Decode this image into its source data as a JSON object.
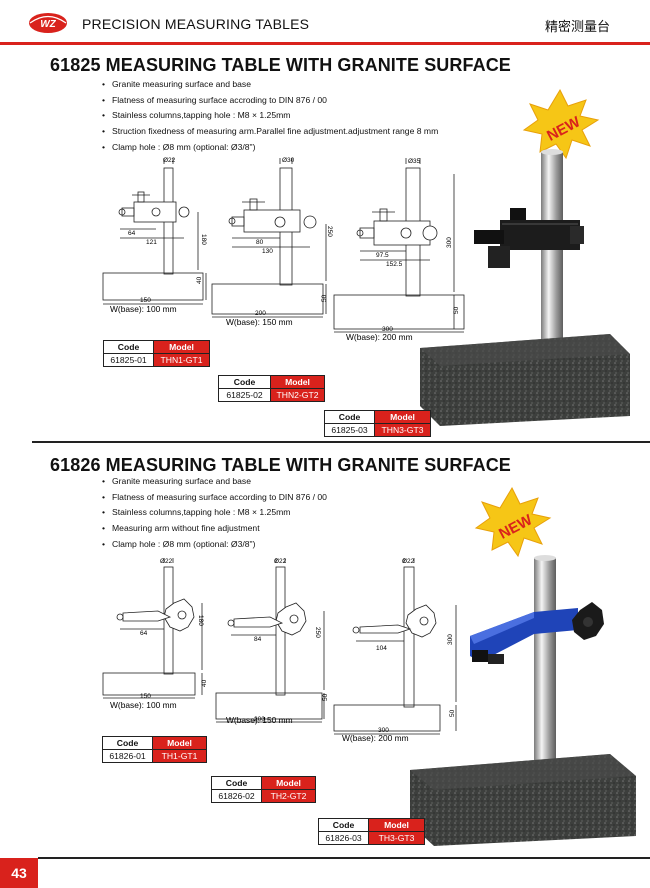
{
  "header": {
    "logo_text": "WZ",
    "title": "PRECISION MEASURING TABLES",
    "title_cn": "精密测量台"
  },
  "section1": {
    "title": "61825  MEASURING TABLE WITH GRANITE SURFACE",
    "bullets": [
      "Granite measuring surface and base",
      "Flatness of measuring surface accroding to DIN 876 / 00",
      "Stainless columns,tapping hole : M8 × 1.25mm",
      "Struction fixedness of measuring arm.Parallel fine adjustment.adjustment range 8 mm",
      "Clamp hole : Ø8 mm (optional: Ø3/8\")"
    ],
    "badge": "NEW",
    "drawings": [
      {
        "dia": "Ø22",
        "arm1": "64",
        "arm2": "121",
        "height": "180",
        "base_h": "40",
        "base_w": "150",
        "caption": "W(base): 100 mm"
      },
      {
        "dia": "Ø30",
        "arm1": "80",
        "arm2": "130",
        "height": "250",
        "base_h": "50",
        "base_w": "200",
        "caption": "W(base): 150 mm"
      },
      {
        "dia": "Ø35",
        "arm1": "97.5",
        "arm2": "152.5",
        "height": "300",
        "base_h": "50",
        "base_w": "300",
        "caption": "W(base): 200 mm"
      }
    ],
    "tables": [
      {
        "code_h": "Code",
        "model_h": "Model",
        "code": "61825-01",
        "model": "THN1-GT1"
      },
      {
        "code_h": "Code",
        "model_h": "Model",
        "code": "61825-02",
        "model": "THN2-GT2"
      },
      {
        "code_h": "Code",
        "model_h": "Model",
        "code": "61825-03",
        "model": "THN3-GT3"
      }
    ]
  },
  "section2": {
    "title": "61826  MEASURING TABLE WITH GRANITE SURFACE",
    "bullets": [
      "Granite measuring surface and base",
      "Flatness of measuring surface according to DIN 876 / 00",
      "Stainless columns,tapping hole : M8 × 1.25mm",
      "Measuring arm without fine adjustment",
      "Clamp hole : Ø8 mm (optional: Ø3/8\")"
    ],
    "badge": "NEW",
    "drawings": [
      {
        "dia": "Ø22",
        "arm1": "64",
        "height": "180",
        "base_h": "40",
        "base_w": "150",
        "caption": "W(base): 100 mm"
      },
      {
        "dia": "Ø22",
        "arm1": "84",
        "height": "250",
        "base_h": "50",
        "base_w": "200",
        "caption": "W(base): 150 mm"
      },
      {
        "dia": "Ø22",
        "arm1": "104",
        "height": "300",
        "base_h": "50",
        "base_w": "300",
        "caption": "W(base): 200 mm"
      }
    ],
    "tables": [
      {
        "code_h": "Code",
        "model_h": "Model",
        "code": "61826-01",
        "model": "TH1-GT1"
      },
      {
        "code_h": "Code",
        "model_h": "Model",
        "code": "61826-02",
        "model": "TH2-GT2"
      },
      {
        "code_h": "Code",
        "model_h": "Model",
        "code": "61826-03",
        "model": "TH3-GT3"
      }
    ]
  },
  "footer": {
    "page_number": "43"
  },
  "colors": {
    "accent": "#d9221c",
    "granite": "#3a3c3a",
    "arm_blue": "#1f44b8"
  }
}
